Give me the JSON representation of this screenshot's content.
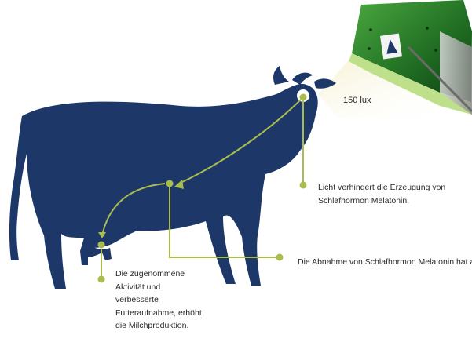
{
  "colors": {
    "cow": "#1c3768",
    "accent": "#a9bd4e",
    "lamp": "#2f7a2e",
    "light_glow": "#f3ecc6"
  },
  "labels": {
    "lux": "150 lux",
    "light_effect": "Licht verhindert die Erzeugung von Schlafhormon Melatonin.",
    "melatonin_effect": "Die Abnahme von Schlafhormon Melatonin hat aktivere Kühe zu Folge.",
    "milk_effect": "Die zugenommene Aktivität und verbesserte Futteraufnahme, erhöht die Milchproduktion."
  }
}
